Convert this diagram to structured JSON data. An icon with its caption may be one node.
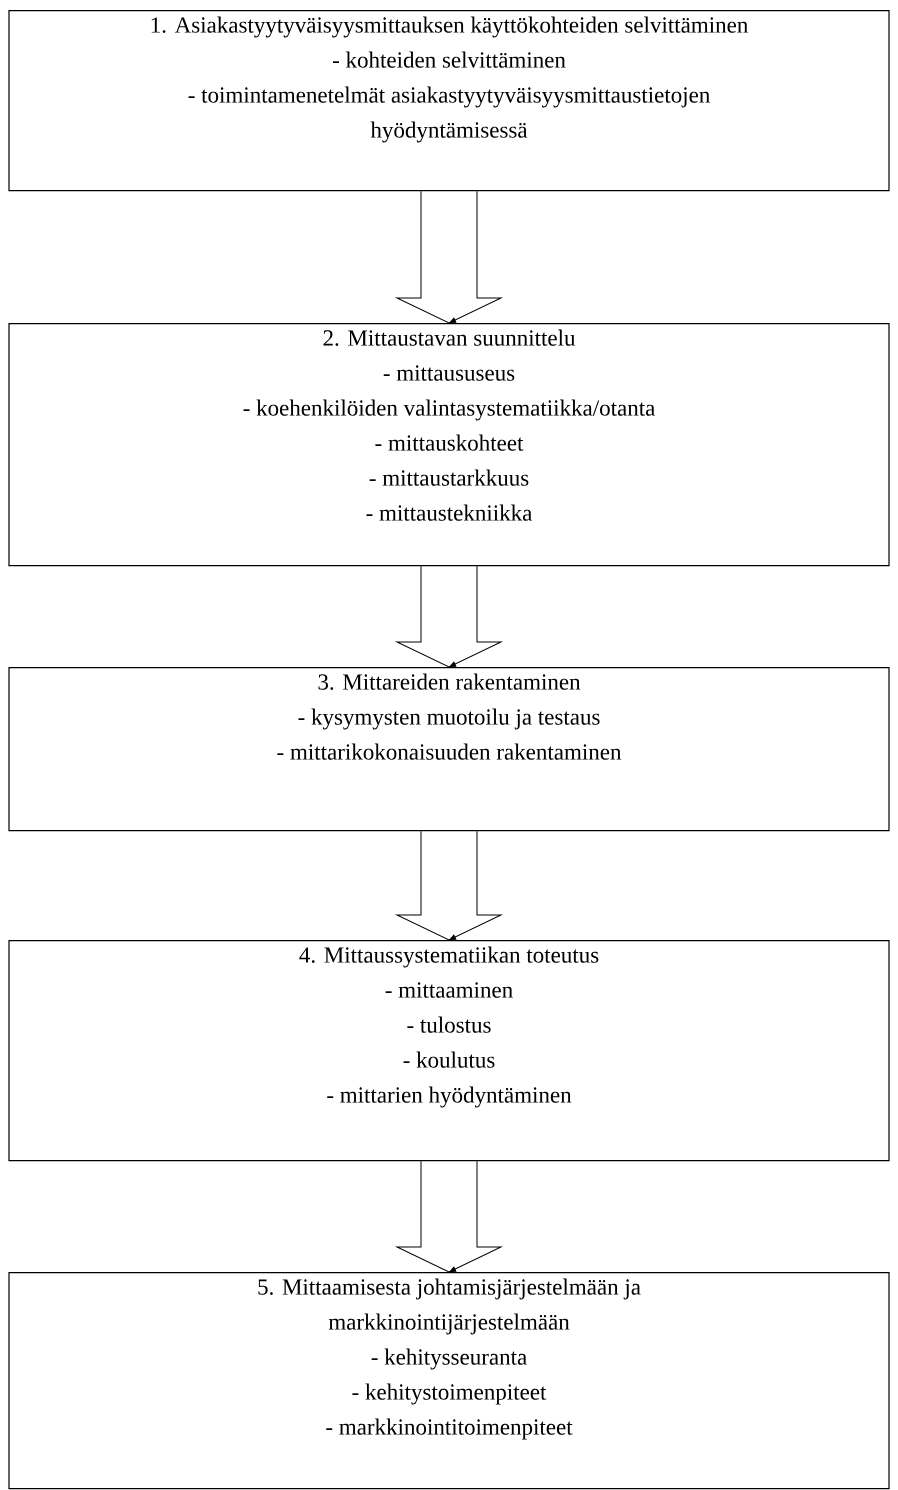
{
  "diagram": {
    "nodes": [
      {
        "text": [
          "1. Asiakastyytyväisyysmittauksen käyttökohteiden selvittäminen",
          "- kohteiden selvittäminen",
          "- toimintamenetelmät asiakastyytyväisyysmittaustietojen hyödyntämisessä"
        ]
      },
      {
        "text": [
          "2. Mittaustavan suunnittelu",
          "- mittaususeus",
          "- koehenkilöiden valintasystematiikka/otanta",
          "- mittauskohteet",
          "- mittaustarkkuus",
          "- mittaustekniikka"
        ]
      },
      {
        "text": [
          "3. Mittareiden rakentaminen",
          "- kysymysten muotoilu ja testaus",
          "- mittarikokonaisuuden rakentaminen"
        ]
      },
      {
        "text": [
          "4. Mittaussystematiikan toteutus",
          "- mittaaminen",
          "- tulostus",
          "- koulutus",
          "- mittarien hyödyntäminen"
        ]
      },
      {
        "text": [
          "5. Mittaamisesta johtamisjärjestelmään ja markkinointijärjestelmään",
          "- kehitysseuranta",
          "- kehitystoimenpiteet",
          "- markkinointitoimenpiteet"
        ]
      }
    ],
    "edges": [
      {
        "from": 0,
        "to": 1,
        "arrow": "to"
      },
      {
        "from": 1,
        "to": 2,
        "arrow": "to"
      },
      {
        "from": 2,
        "to": 3,
        "arrow": "to"
      },
      {
        "from": 3,
        "to": 4,
        "arrow": "to"
      }
    ]
  }
}
